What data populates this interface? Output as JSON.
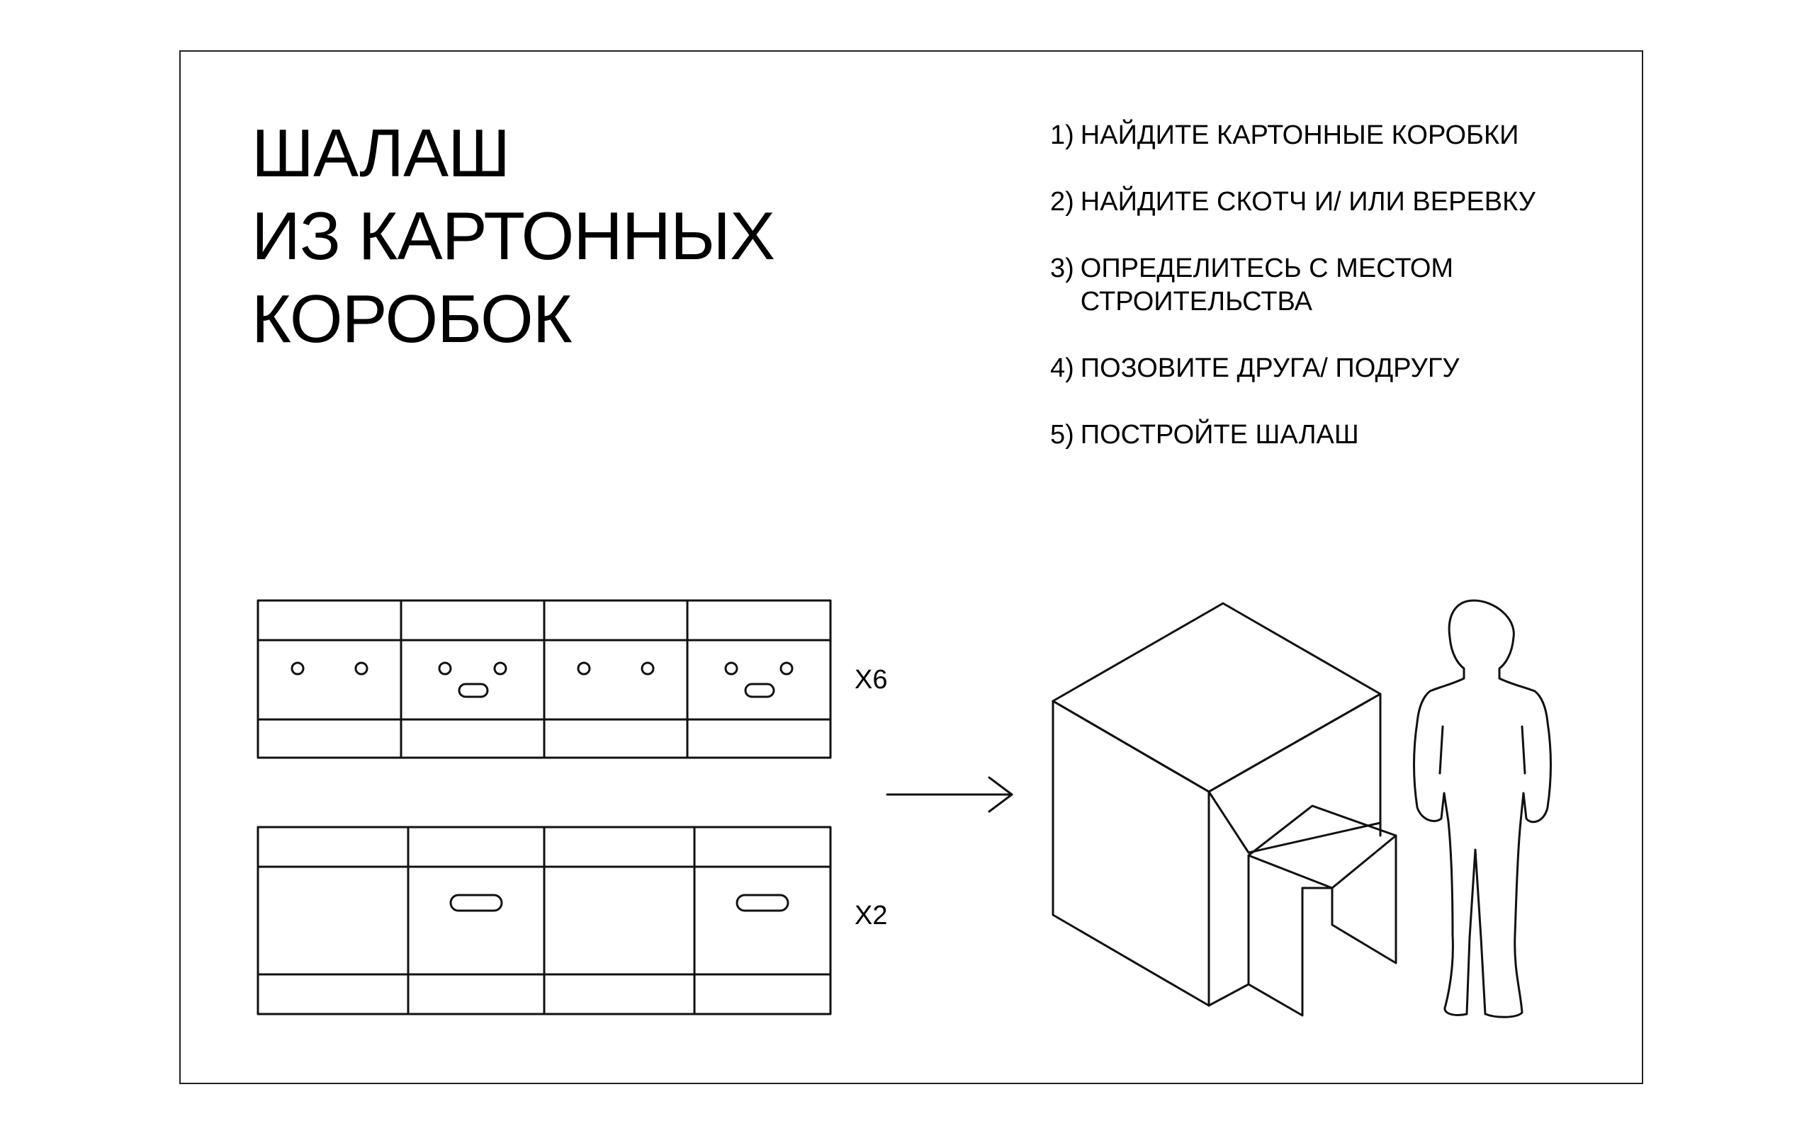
{
  "title": {
    "line1": "ШАЛАШ",
    "line2": "ИЗ КАРТОННЫХ",
    "line3": "КОРОБОК"
  },
  "steps": [
    {
      "num": "1)",
      "text": "НАЙДИТЕ КАРТОННЫЕ КОРОБКИ"
    },
    {
      "num": "2)",
      "text": "НАЙДИТЕ СКОТЧ И/ ИЛИ ВЕРЕВКУ"
    },
    {
      "num": "3)",
      "text": "ОПРЕДЕЛИТЕСЬ С МЕСТОМ\nСТРОИТЕЛЬСТВА"
    },
    {
      "num": "4)",
      "text": "ПОЗОВИТЕ ДРУГА/ ПОДРУГУ"
    },
    {
      "num": "5)",
      "text": "ПОСТРОЙТЕ ШАЛАШ"
    }
  ],
  "patterns": {
    "pattern_1_multiplier": "X6",
    "pattern_2_multiplier": "X2"
  },
  "colors": {
    "line": "#111111",
    "background": "#ffffff"
  },
  "icons": [
    "arrow-right-icon",
    "cardboard-hut-icon",
    "person-silhouette-icon"
  ]
}
